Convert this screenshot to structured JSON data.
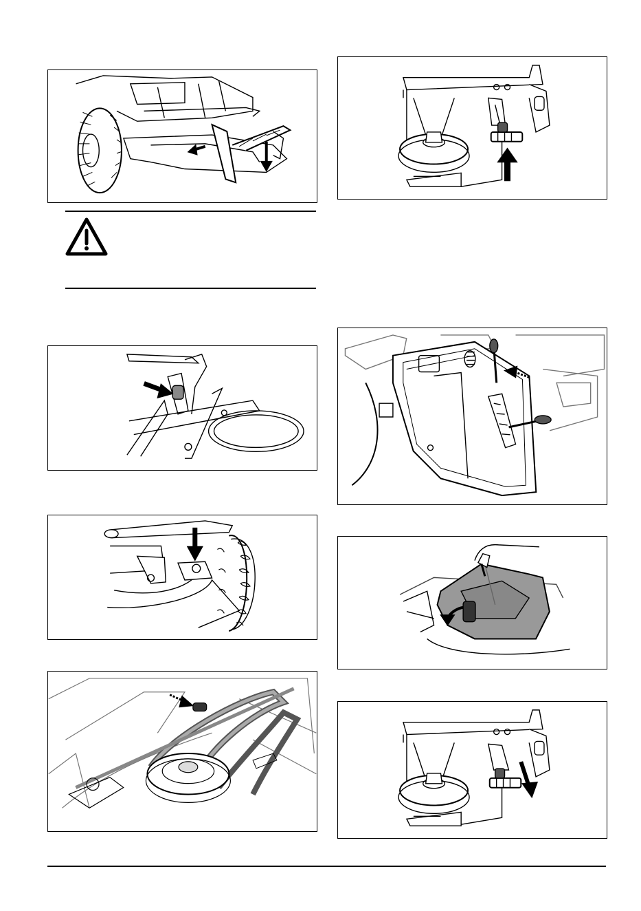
{
  "page": {
    "colors": {
      "ink": "#000000",
      "paper": "#ffffff",
      "shade": "#9a9a9a"
    }
  },
  "figures": [
    {
      "id": "fig-tractor-deck-lever",
      "icon": "arrow-icon"
    },
    {
      "id": "fig-deck-pin-side",
      "icon": "arrow-icon"
    },
    {
      "id": "fig-deck-pin-front",
      "icon": "arrow-down-icon"
    },
    {
      "id": "fig-belt-pulley",
      "icon": "arrow-icon"
    },
    {
      "id": "fig-pulley-tensioner-up",
      "icon": "arrow-up-icon"
    },
    {
      "id": "fig-cutting-height-lever",
      "icon": "arrow-icon"
    },
    {
      "id": "fig-belt-cover-removal",
      "icon": "rotate-arrow-icon"
    },
    {
      "id": "fig-pulley-tensioner-down",
      "icon": "arrow-down-icon"
    }
  ],
  "warning": {
    "icon": "warning-triangle-icon"
  }
}
